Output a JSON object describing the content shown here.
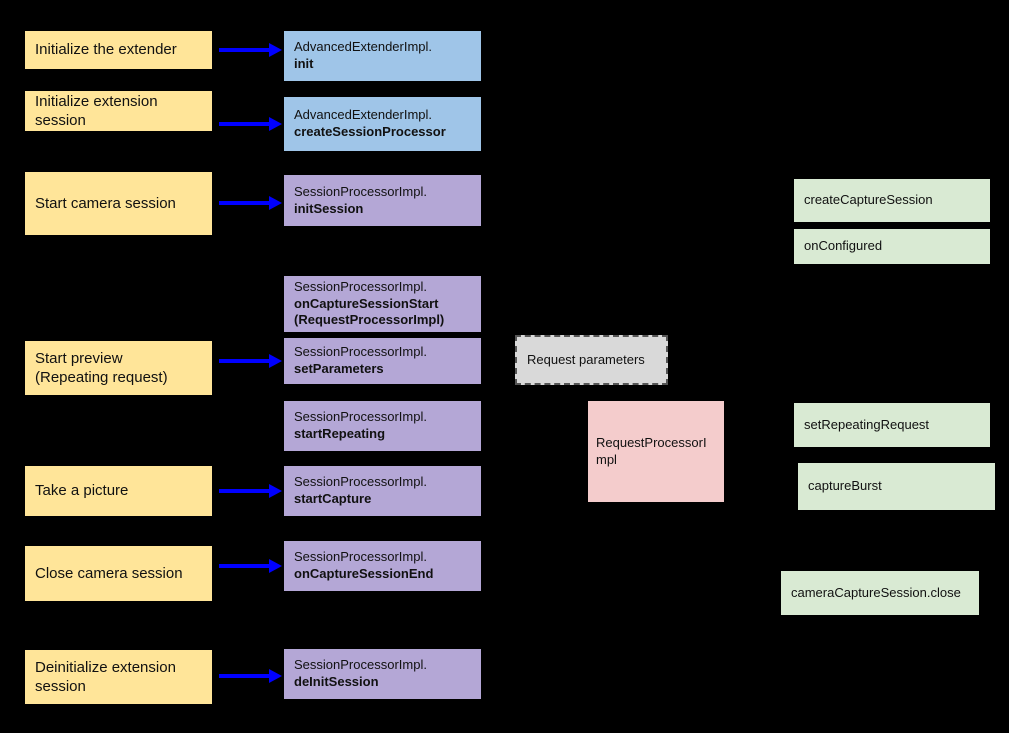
{
  "palette": {
    "background": "#000000",
    "step_bg": "#ffe599",
    "extender_bg": "#9fc5e8",
    "session_bg": "#b4a7d6",
    "camera2_bg": "#d9ead3",
    "request_params_bg": "#d9d9d9",
    "request_processor_bg": "#f4cccc",
    "arrow": "#0000ff"
  },
  "steps": [
    {
      "label": "Initialize the extender"
    },
    {
      "label": "Initialize extension session"
    },
    {
      "label": "Start camera session"
    },
    {
      "label": "Start preview\n(Repeating request)"
    },
    {
      "label": "Take a picture"
    },
    {
      "label": "Close camera session"
    },
    {
      "label": "Deinitialize extension session"
    }
  ],
  "impl": [
    {
      "prefix": "AdvancedExtenderImpl.",
      "method": "init"
    },
    {
      "prefix": "AdvancedExtenderImpl.",
      "method": "createSessionProcessor"
    },
    {
      "prefix": "SessionProcessorImpl.",
      "method": "initSession"
    },
    {
      "prefix": "SessionProcessorImpl.",
      "method": "onCaptureSessionStart\n(RequestProcessorImpl)"
    },
    {
      "prefix": "SessionProcessorImpl.",
      "method": "setParameters"
    },
    {
      "prefix": "SessionProcessorImpl.",
      "method": "startRepeating"
    },
    {
      "prefix": "SessionProcessorImpl.",
      "method": "startCapture"
    },
    {
      "prefix": "SessionProcessorImpl.",
      "method": "onCaptureSessionEnd"
    },
    {
      "prefix": "SessionProcessorImpl.",
      "method": "deInitSession"
    }
  ],
  "camera2": [
    {
      "label": "createCaptureSession"
    },
    {
      "label": "onConfigured"
    },
    {
      "label": "setRepeatingRequest"
    },
    {
      "label": "captureBurst"
    },
    {
      "label": "cameraCaptureSession.close"
    }
  ],
  "request_parameters": {
    "label": "Request parameters"
  },
  "request_processor": {
    "label": "RequestProcessorImpl"
  }
}
